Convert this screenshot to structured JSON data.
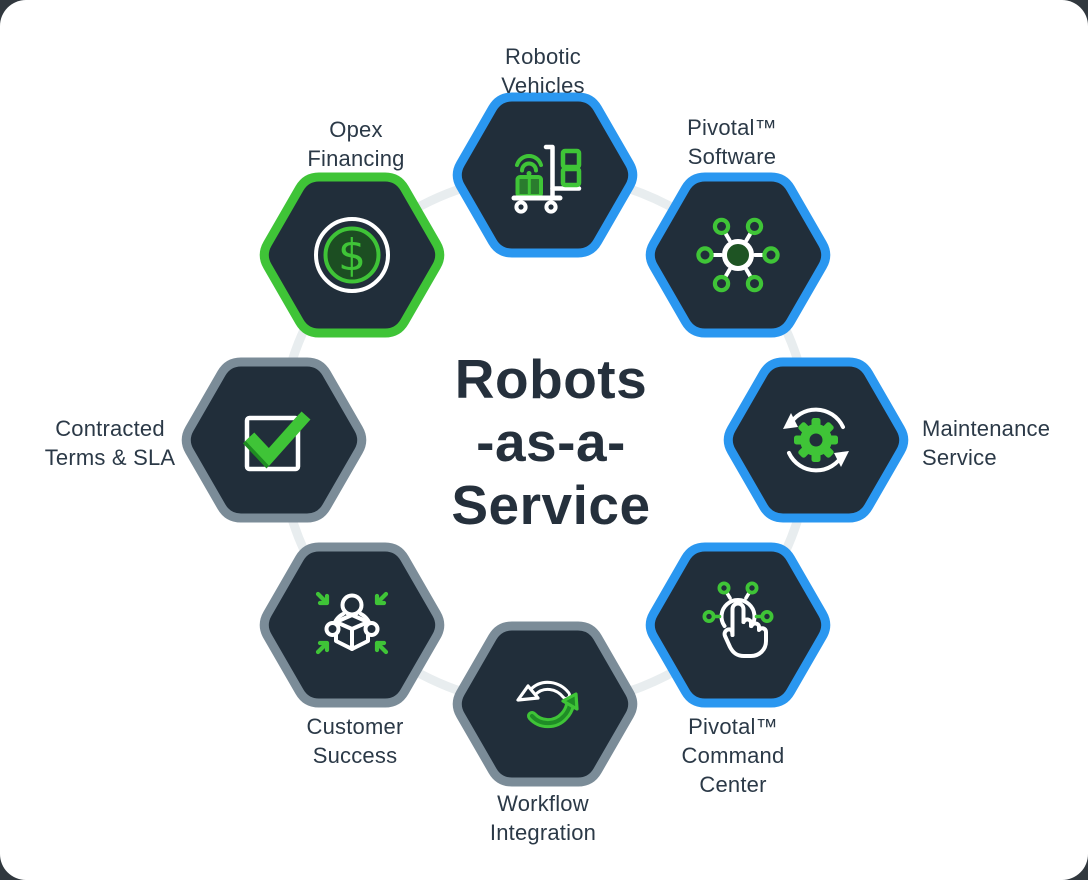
{
  "center_title": {
    "line1": "Robots",
    "line2": "-as-a-",
    "line3": "Service"
  },
  "nodes": {
    "robotic_vehicles": {
      "line1": "Robotic",
      "line2": "Vehicles",
      "icon": "robot-cart-icon",
      "border_color": "#2a97f0"
    },
    "pivotal_software": {
      "line1": "Pivotal™",
      "line2": "Software",
      "icon": "hub-network-icon",
      "border_color": "#2a97f0"
    },
    "maintenance_service": {
      "line1": "Maintenance",
      "line2": "Service",
      "icon": "gear-sync-icon",
      "border_color": "#2a97f0"
    },
    "pivotal_command_center": {
      "line1": "Pivotal™",
      "line2": "Command",
      "line3": "Center",
      "icon": "tap-gesture-icon",
      "border_color": "#2a97f0"
    },
    "workflow_integration": {
      "line1": "Workflow",
      "line2": "Integration",
      "icon": "exchange-arrows-icon",
      "border_color": "#7b8c98"
    },
    "customer_success": {
      "line1": "Customer",
      "line2": "Success",
      "icon": "person-package-icon",
      "border_color": "#7b8c98"
    },
    "contracted_terms_sla": {
      "line1": "Contracted",
      "line2": "Terms & SLA",
      "icon": "checkbox-icon",
      "border_color": "#7b8c98"
    },
    "opex_financing": {
      "line1": "Opex",
      "line2": "Financing",
      "icon": "dollar-coin-icon",
      "border_color": "#3fc437"
    }
  },
  "icons": {
    "dollar_glyph": "$"
  },
  "colors": {
    "hexagon_fill": "#212e3a",
    "blue_border": "#2a97f0",
    "green_border": "#3fc437",
    "gray_border": "#7b8c98",
    "connector_ring": "#e8edef",
    "title_text": "#25303c",
    "label_text": "#2b3947",
    "icon_white": "#ffffff",
    "icon_green": "#3fc437"
  }
}
